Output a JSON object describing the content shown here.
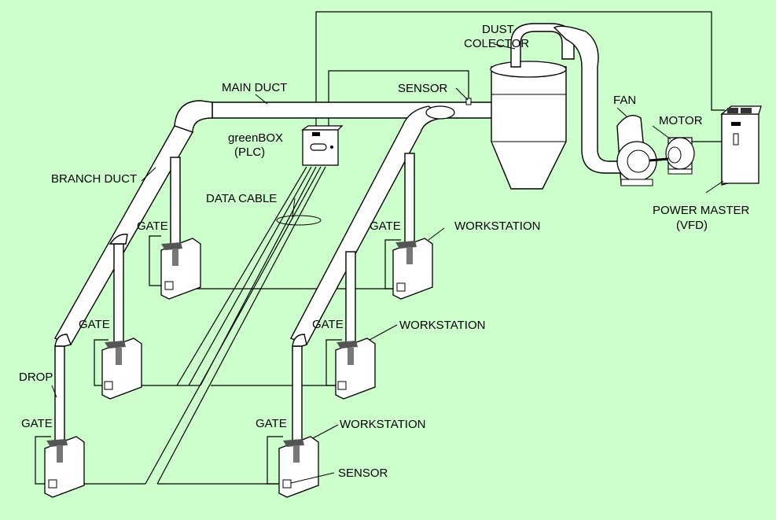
{
  "labels": {
    "dust_collector_1": "DUST",
    "dust_collector_2": "COLECTOR",
    "main_duct": "MAIN DUCT",
    "sensor_top": "SENSOR",
    "fan": "FAN",
    "motor": "MOTOR",
    "greenbox_1": "greenBOX",
    "greenbox_2": "(PLC)",
    "branch_duct": "BRANCH DUCT",
    "data_cable": "DATA CABLE",
    "power_master_1": "POWER MASTER",
    "power_master_2": "(VFD)",
    "gate": "GATE",
    "workstation": "WORKSTATION",
    "drop": "DROP",
    "sensor_bottom": "SENSOR"
  }
}
